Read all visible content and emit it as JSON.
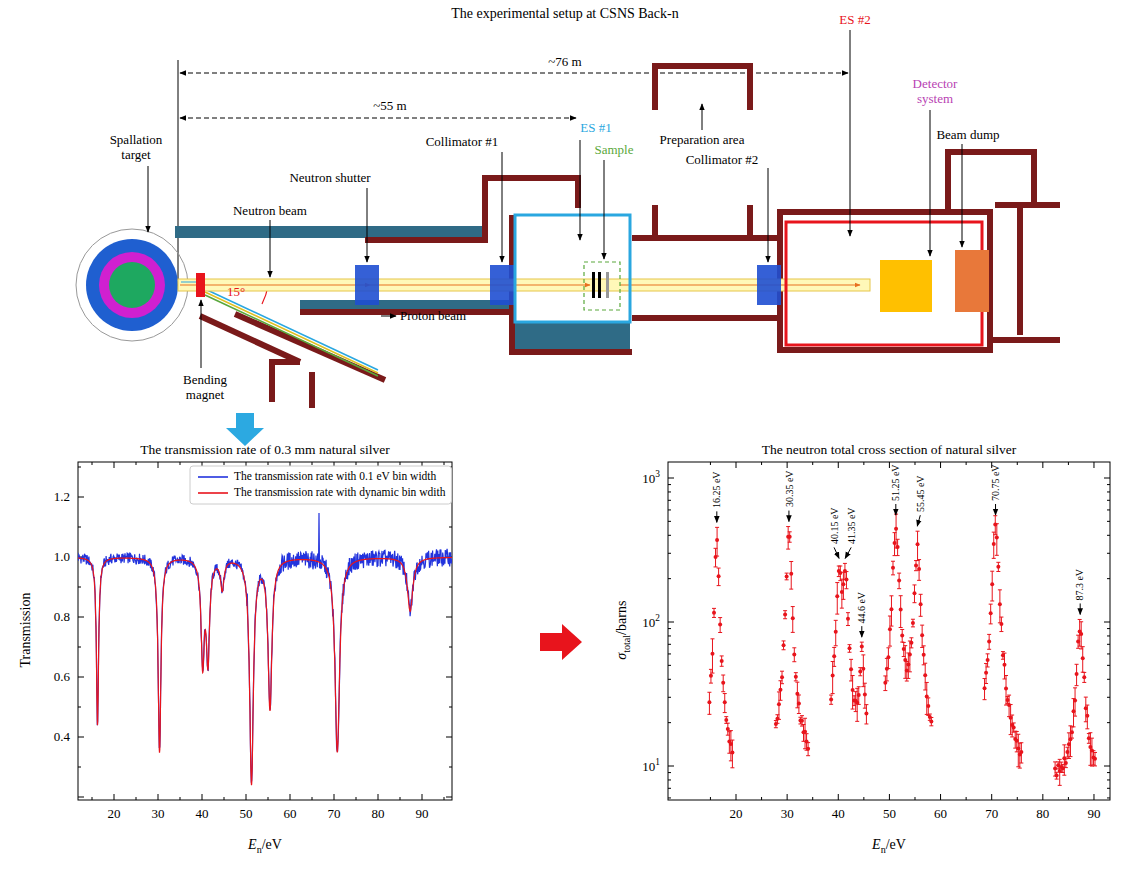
{
  "diagram": {
    "title": "The experimental setup at CSNS Back-n",
    "labels": [
      "~76 m",
      "~55 m",
      "ES #2",
      "Detector system",
      "Beam dump",
      "ES #1",
      "Sample",
      "Preparation area",
      "Collimator #1",
      "Collimator #2",
      "Spallation target",
      "Neutron shutter",
      "Neutron beam",
      "15°",
      "Proton beam",
      "Bending magnet",
      "The transmission rate of 0.3 mm natural silver",
      "1.2",
      "1.0",
      "0.8",
      "0.6",
      "0.4",
      "Transmission",
      "20",
      "30",
      "40",
      "50",
      "60",
      "70",
      "80",
      "90",
      "E",
      "n",
      "/eV",
      "The neutron total cross section of natural silver",
      "10",
      "3",
      "10",
      "2",
      "10",
      "1",
      "σ",
      "total",
      "/barns",
      "16.25 eV",
      "30.35 eV",
      "40.15 eV",
      "41.35 eV",
      "44.6 eV",
      "51.25 eV",
      "55.45 eV",
      "70.75 eV",
      "87.3 eV",
      "20",
      "30",
      "40",
      "50",
      "60",
      "70",
      "80",
      "90",
      "E",
      "n",
      "/eV"
    ],
    "legend": [
      {
        "text": "The transmission rate with 0.1 eV bin width"
      },
      {
        "text": "The transmission rate with dynamic bin wdith"
      }
    ]
  }
}
